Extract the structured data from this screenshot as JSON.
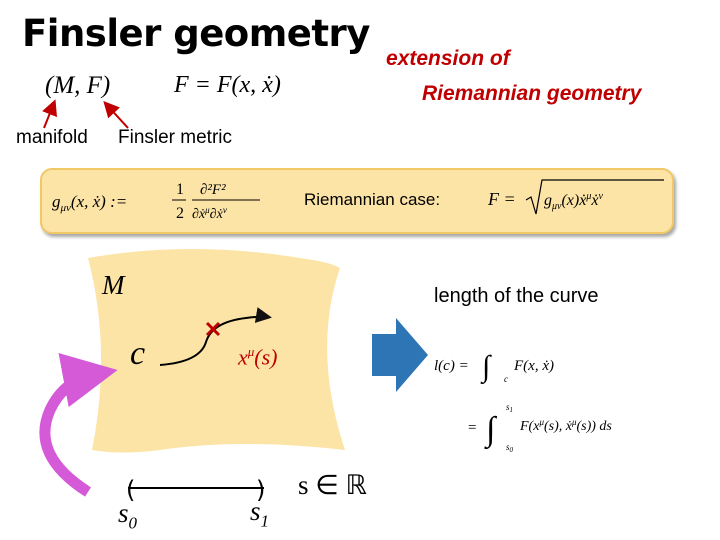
{
  "slide": {
    "title": "Finsler geometry",
    "subtitle_line1": "extension of",
    "subtitle_line2": "Riemannian geometry",
    "pair": "(M, F)",
    "metric_eq": "F = F(x, ẋ)",
    "label_manifold": "manifold",
    "label_metric": "Finsler metric",
    "riemannian_case": "Riemannian case:",
    "length_label": "length of the curve",
    "manifold_symbol": "M",
    "curve_symbol": "c",
    "curve_param": "xμ(s)",
    "real_line": "s ∈ ℝ",
    "s0": "s0",
    "s1": "s1",
    "accent_red": "#c00000",
    "manifold_fill": "#fbe4a6",
    "arrow_blue": "#2e75b6",
    "arc_magenta": "#d45ad8"
  }
}
